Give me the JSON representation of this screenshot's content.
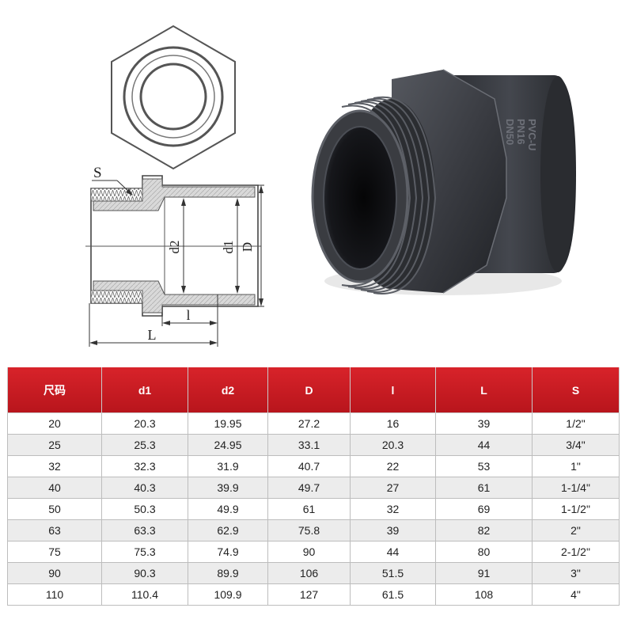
{
  "diagram": {
    "label_s": "S",
    "label_d2": "d2",
    "label_d1": "d1",
    "label_D": "D",
    "label_l": "l",
    "label_L": "L"
  },
  "product_marking": {
    "line1": "PVC-U",
    "line2": "PN16",
    "line3": "DN50"
  },
  "table": {
    "headers": [
      "尺码",
      "d1",
      "d2",
      "D",
      "l",
      "L",
      "S"
    ],
    "rows": [
      [
        "20",
        "20.3",
        "19.95",
        "27.2",
        "16",
        "39",
        "1/2\""
      ],
      [
        "25",
        "25.3",
        "24.95",
        "33.1",
        "20.3",
        "44",
        "3/4\""
      ],
      [
        "32",
        "32.3",
        "31.9",
        "40.7",
        "22",
        "53",
        "1\""
      ],
      [
        "40",
        "40.3",
        "39.9",
        "49.7",
        "27",
        "61",
        "1-1/4\""
      ],
      [
        "50",
        "50.3",
        "49.9",
        "61",
        "32",
        "69",
        "1-1/2\""
      ],
      [
        "63",
        "63.3",
        "62.9",
        "75.8",
        "39",
        "82",
        "2\""
      ],
      [
        "75",
        "75.3",
        "74.9",
        "90",
        "44",
        "80",
        "2-1/2\""
      ],
      [
        "90",
        "90.3",
        "89.9",
        "106",
        "51.5",
        "91",
        "3\""
      ],
      [
        "110",
        "110.4",
        "109.9",
        "127",
        "61.5",
        "108",
        "4\""
      ]
    ]
  }
}
